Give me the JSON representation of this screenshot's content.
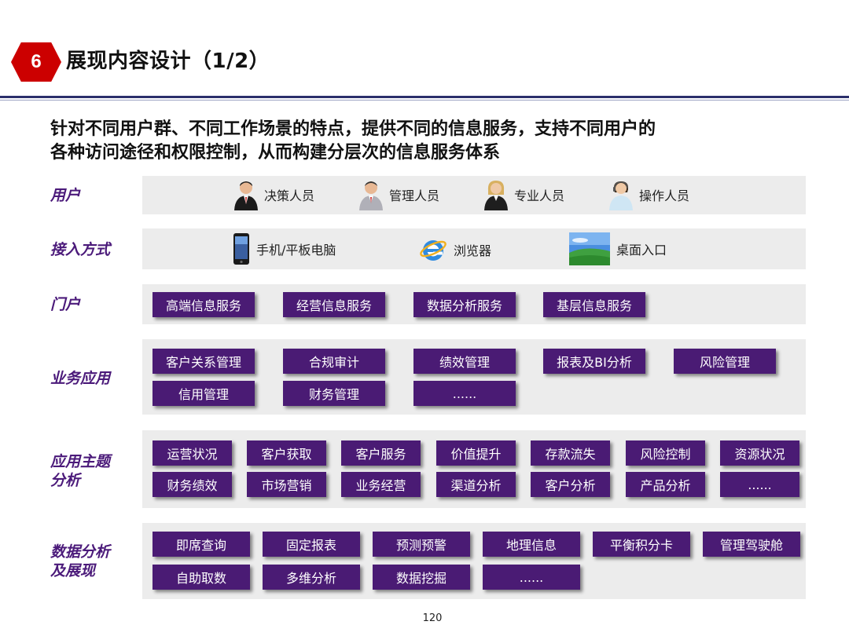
{
  "header": {
    "number": "6",
    "title": "展现内容设计（1/2）"
  },
  "subtitle": {
    "line1": "针对不同用户群、不同工作场景的特点，提供不同的信息服务，支持不同用户的",
    "line2": "各种访问途径和权限控制，从而构建分层次的信息服务体系"
  },
  "rows": {
    "users": {
      "label": "用户",
      "items": [
        "决策人员",
        "管理人员",
        "专业人员",
        "操作人员"
      ]
    },
    "access": {
      "label": "接入方式",
      "items": [
        "手机/平板电脑",
        "浏览器",
        "桌面入口"
      ]
    },
    "portal": {
      "label": "门户",
      "items": [
        "高端信息服务",
        "经营信息服务",
        "数据分析服务",
        "基层信息服务"
      ]
    },
    "business": {
      "label": "业务应用",
      "items": [
        "客户关系管理",
        "合规审计",
        "绩效管理",
        "报表及BI分析",
        "风险管理",
        "信用管理",
        "财务管理",
        "......"
      ]
    },
    "theme": {
      "label_line1": "应用主题",
      "label_line2": "分析",
      "items": [
        "运营状况",
        "客户获取",
        "客户服务",
        "价值提升",
        "存款流失",
        "风险控制",
        "资源状况",
        "财务绩效",
        "市场营销",
        "业务经营",
        "渠道分析",
        "客户分析",
        "产品分析",
        "......"
      ]
    },
    "analytics": {
      "label_line1": "数据分析",
      "label_line2": "及展现",
      "items": [
        "即席查询",
        "固定报表",
        "预测预警",
        "地理信息",
        "平衡积分卡",
        "管理驾驶舱",
        "自助取数",
        "多维分析",
        "数据挖掘",
        "......"
      ]
    }
  },
  "page_number": "120",
  "colors": {
    "accent_red": "#cc0000",
    "button_purple": "#4a1b74",
    "label_purple": "#4b1a7a",
    "panel_gray": "#ececec"
  }
}
